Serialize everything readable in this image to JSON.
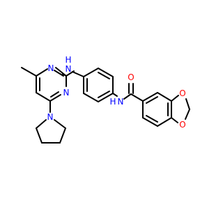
{
  "molecule": {
    "colors": {
      "bond": "#000000",
      "nitrogen": "#0000ff",
      "oxygen": "#ff0000",
      "background": "#ffffff"
    },
    "labels": {
      "n_pyrimidine_top": "N",
      "n_pyrimidine_bottom": "N",
      "n_pyrrolidine": "N",
      "nh_anilino": "N",
      "h_anilino": "H",
      "nh_amide": "N",
      "h_amide": "H",
      "o_carbonyl": "O",
      "o_dioxole_top": "O",
      "o_dioxole_bottom": "O"
    }
  }
}
